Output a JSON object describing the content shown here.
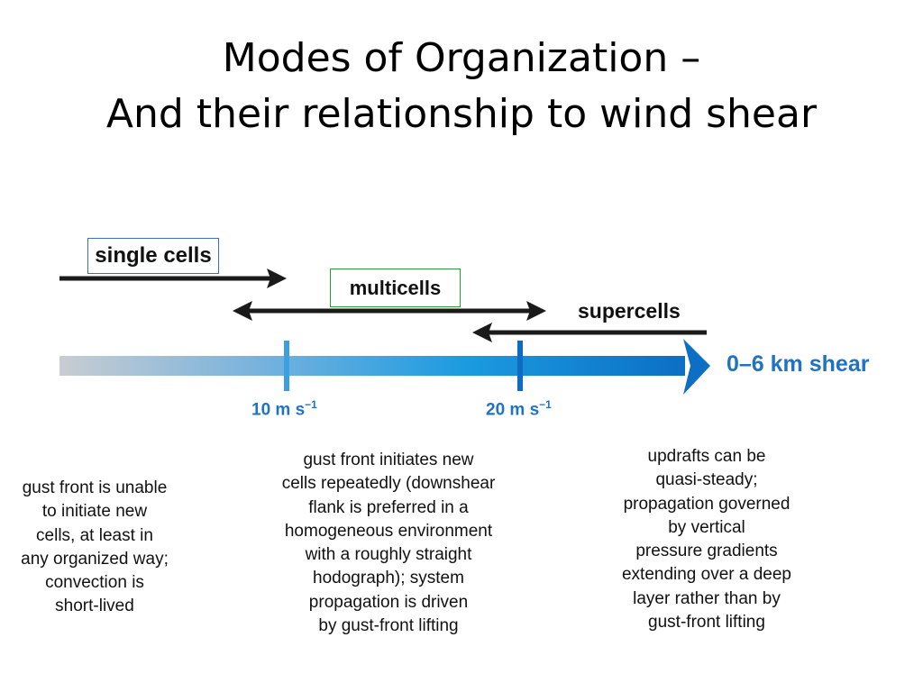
{
  "title": {
    "line1": "Modes of Organization –",
    "line2": "And their relationship to wind shear"
  },
  "modes": {
    "single": {
      "label": "single cells",
      "box_color": "#3a6fd1"
    },
    "multi": {
      "label": "multicells",
      "box_color": "#2e9b3a"
    },
    "super": {
      "label": "supercells"
    }
  },
  "axis": {
    "label": "0–6 km shear",
    "color": "#1f73c2",
    "ticks": [
      {
        "value": "10 m s",
        "exponent": "−1"
      },
      {
        "value": "20 m s",
        "exponent": "−1"
      }
    ]
  },
  "descriptions": {
    "single": [
      "gust front is unable",
      "to initiate new",
      "cells, at least in",
      "any organized way;",
      "convection is",
      "short-lived"
    ],
    "multi": [
      "gust front initiates new",
      "cells repeatedly (downshear",
      "flank is preferred in a",
      "homogeneous environment",
      "with a roughly straight",
      "hodograph); system",
      "propagation is driven",
      "by gust-front lifting"
    ],
    "super": [
      "updrafts can be",
      "quasi-steady;",
      "propagation governed",
      "by vertical",
      "pressure gradients",
      "extending over a deep",
      "layer rather than by",
      "gust-front lifting"
    ]
  }
}
